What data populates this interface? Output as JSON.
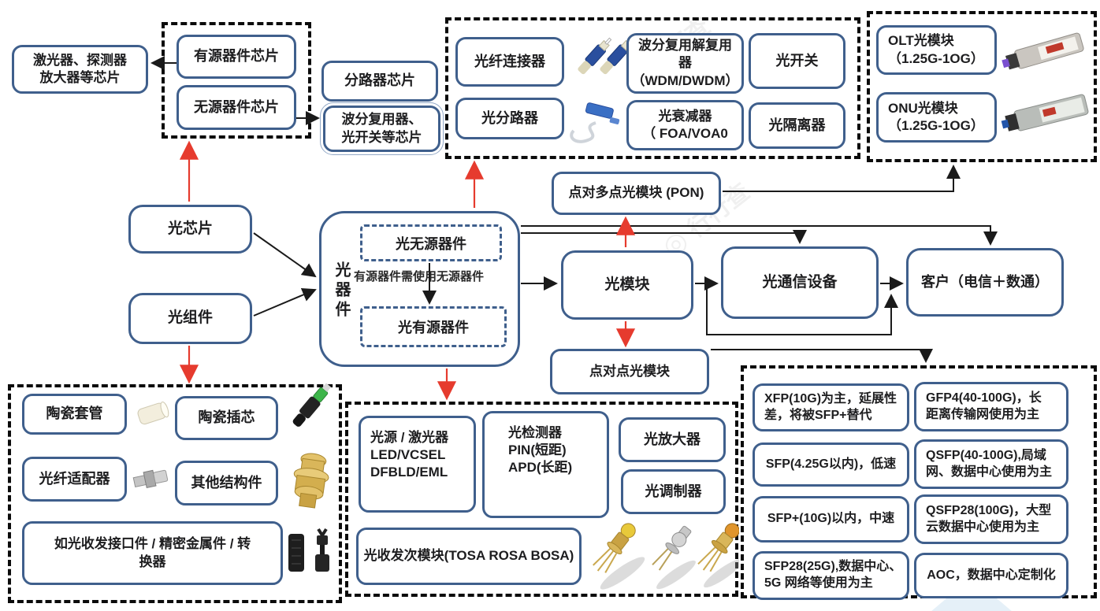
{
  "colors": {
    "box_border": "#3f5f8c",
    "dashed_group": "#0b0b0b",
    "arrow_black": "#1a1a1a",
    "arrow_red": "#e63b2e"
  },
  "watermark": {
    "text": "行行查"
  },
  "nodes": {
    "laser_chips": "激光器、探测器\n放大器等芯片",
    "active_chip": "有源器件芯片",
    "passive_chip": "无源器件芯片",
    "splitter_chip": "分路器芯片",
    "wdm_switch_chip": "波分复用器、\n光开关等芯片",
    "fiber_connector": "光纤连接器",
    "optical_splitter": "光分路器",
    "wdm_mux": "波分复用解复用器\n（WDM/DWDM）",
    "optical_switch": "光开关",
    "attenuator": "光衰减器\n（ FOA/VOA0",
    "isolator": "光隔离器",
    "olt": "OLT光模块\n（1.25G-1OG）",
    "onu": "ONU光模块\n（1.25G-1OG）",
    "optical_chip": "光芯片",
    "optical_component": "光组件",
    "device_vertical": "光器件",
    "passive_device": "光无源器件",
    "device_note": "有源器件需使用无源器件",
    "active_device": "光有源器件",
    "module": "光模块",
    "pon_module": "点对多点光模块 (PON)",
    "p2p_module": "点对点光模块",
    "equipment": "光通信设备",
    "customer": "客户（电信＋数通）",
    "ceramic_sleeve": "陶瓷套管",
    "ceramic_ferrule": "陶瓷插芯",
    "fiber_adapter": "光纤适配器",
    "other_struct": "其他结构件",
    "interface_parts": "如光收发接口件 / 精密金属件 / 转\n换器",
    "light_source": "光源 / 激光器\nLED/VCSEL\nDFBLD/EML",
    "detector": "光检测器\nPIN(短距)\nAPD(长距)",
    "amplifier": "光放大器",
    "modulator": "光调制器",
    "tosa": "光收发次模块(TOSA ROSA BOSA)",
    "xfp": "XFP(10G)为主，延展性\n差，将被SFP+替代",
    "gfp4": "GFP4(40-100G)，长\n距离传输网使用为主",
    "sfp": "SFP(4.25G以内)，低速",
    "qsfp": "QSFP(40-100G),局域\n网、数据中心使用为主",
    "sfp_plus": "SFP+(10G)以内，中速",
    "qsfp28": "QSFP28(100G)，大型\n云数据中心使用为主",
    "sfp28": "SFP28(25G),数据中心、\n5G 网络等使用为主",
    "aoc": "AOC，数据中心定制化"
  }
}
